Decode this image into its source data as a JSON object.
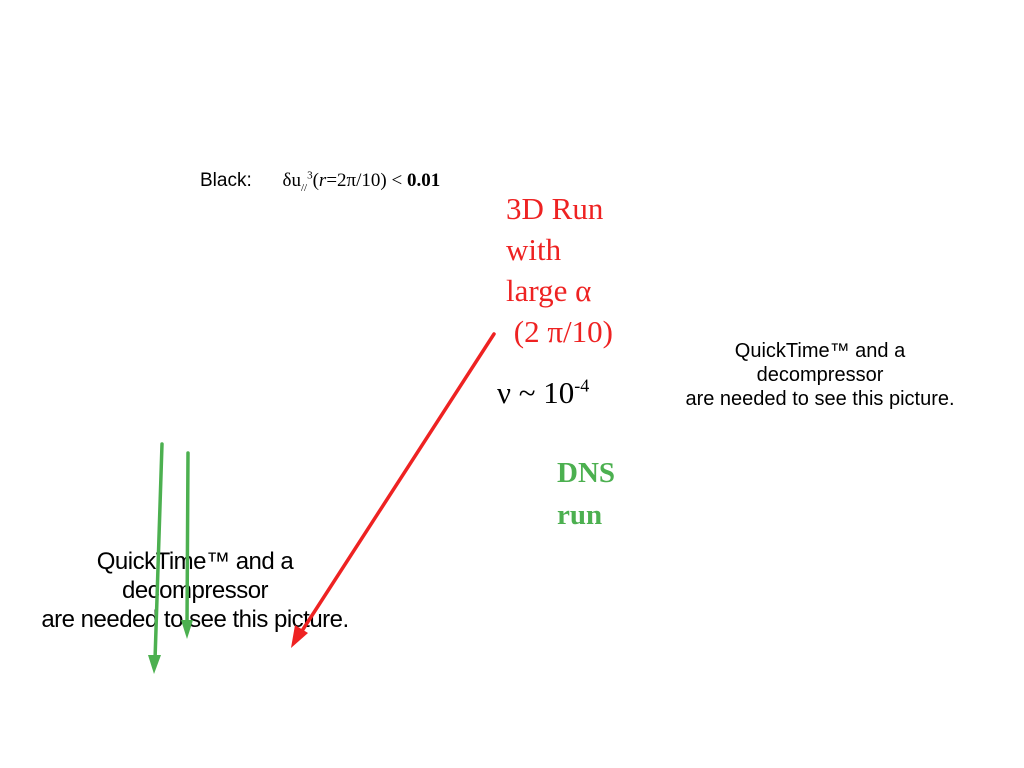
{
  "black_caption": {
    "label": "Black:",
    "formula_delta": "δu",
    "formula_sub": "//",
    "formula_sup": "3",
    "formula_open": "(",
    "formula_r": "r",
    "formula_eq": "=2π/10) < ",
    "formula_value": "0.01"
  },
  "red_annotation": {
    "lines": [
      "3D Run",
      "with",
      "large α",
      " (2 π/10)"
    ],
    "color": "#ee2222"
  },
  "nu_label": {
    "base": "ν ~ 10",
    "exponent": "-4"
  },
  "dns_annotation": {
    "lines": [
      "DNS",
      "run"
    ],
    "color": "#4cb050"
  },
  "quicktime_right": {
    "lines": [
      "QuickTime™ and a",
      "decompressor",
      "are needed to see this picture."
    ]
  },
  "quicktime_left": {
    "lines": [
      "QuickTime™ and a",
      "decompressor",
      "are needed to see this picture."
    ]
  }
}
